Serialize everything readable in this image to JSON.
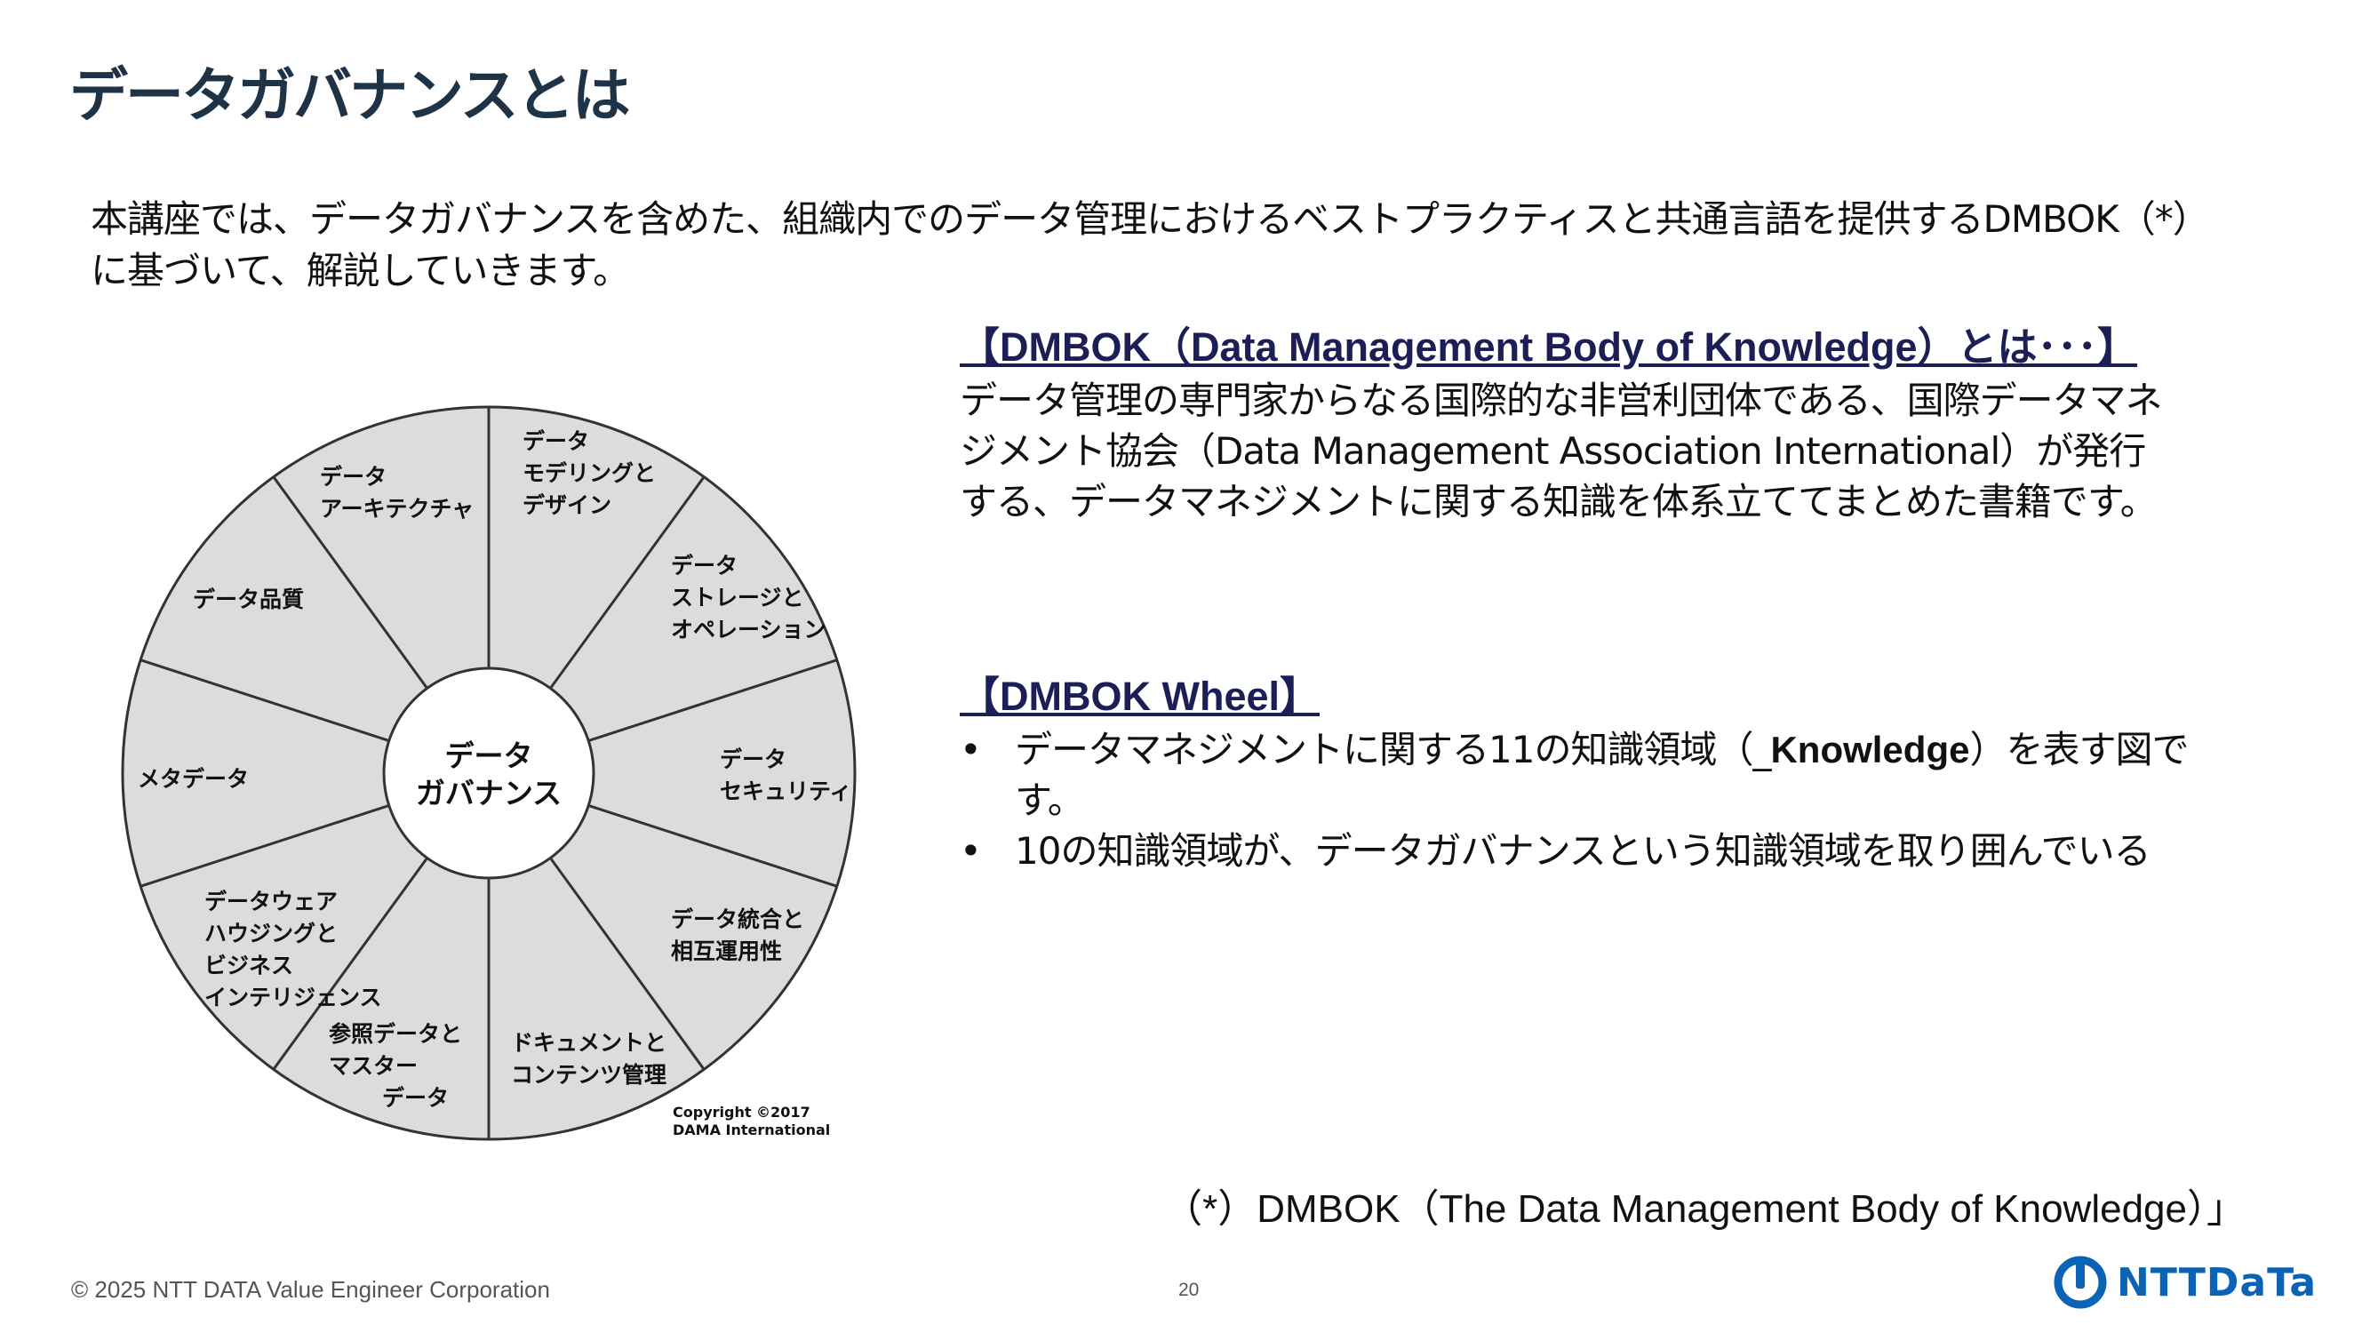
{
  "slide": {
    "title": "データガバナンスとは",
    "intro_line1": "本講座では、データガバナンスを含めた、組織内でのデータ管理におけるベストプラクティスと共通言語を提供するDMBOK（*）",
    "intro_line2": "に基づいて、解説していきます。"
  },
  "dmbok": {
    "heading": "【DMBOK（Data Management Body of Knowledge）とは･･･】",
    "line1": "データ管理の専門家からなる国際的な非営利団体である、国際データマネ",
    "line2": "ジメント協会（Data Management Association International）が発行",
    "line3": "する、データマネジメントに関する知識を体系立ててまとめた書籍です。"
  },
  "wheel_section": {
    "heading": "【DMBOK Wheel】",
    "bullet_symbol": "•",
    "bullet1_pre": "データマネジメントに関する11の知識領域（_",
    "bullet1_bold": "Knowledge",
    "bullet1_post": "）を表す図で",
    "bullet1_line2": "す。",
    "bullet2": "10の知識領域が、データガバナンスという知識領域を取り囲んでいる"
  },
  "wheel": {
    "center": [
      "データ",
      "ガバナンス"
    ],
    "segments": [
      [
        "データ",
        "モデリングと",
        "デザイン"
      ],
      [
        "データ",
        "ストレージと",
        "オペレーション"
      ],
      [
        "データ",
        "セキュリティ"
      ],
      [
        "データ統合と",
        "相互運用性"
      ],
      [
        "ドキュメントと",
        "コンテンツ管理"
      ],
      [
        "参照データと",
        "マスター",
        "データ"
      ],
      [
        "データウェア",
        "ハウジングと",
        "ビジネス",
        "インテリジェンス"
      ],
      [
        "メタデータ"
      ],
      [
        "データ品質"
      ],
      [
        "データ",
        "アーキテクチャ"
      ]
    ],
    "copyright": [
      "Copyright ©2017",
      "DAMA International"
    ],
    "fill_color": "#dcdcdc",
    "stroke_color": "#333333"
  },
  "footnote": "（*）DMBOK（The Data Management Body of Knowledge）」",
  "footer": {
    "copyright": "© 2025 NTT DATA Value Engineer Corporation",
    "page_number": "20",
    "logo_text": "NTTDaTa",
    "brand_color": "#0b63b6"
  }
}
